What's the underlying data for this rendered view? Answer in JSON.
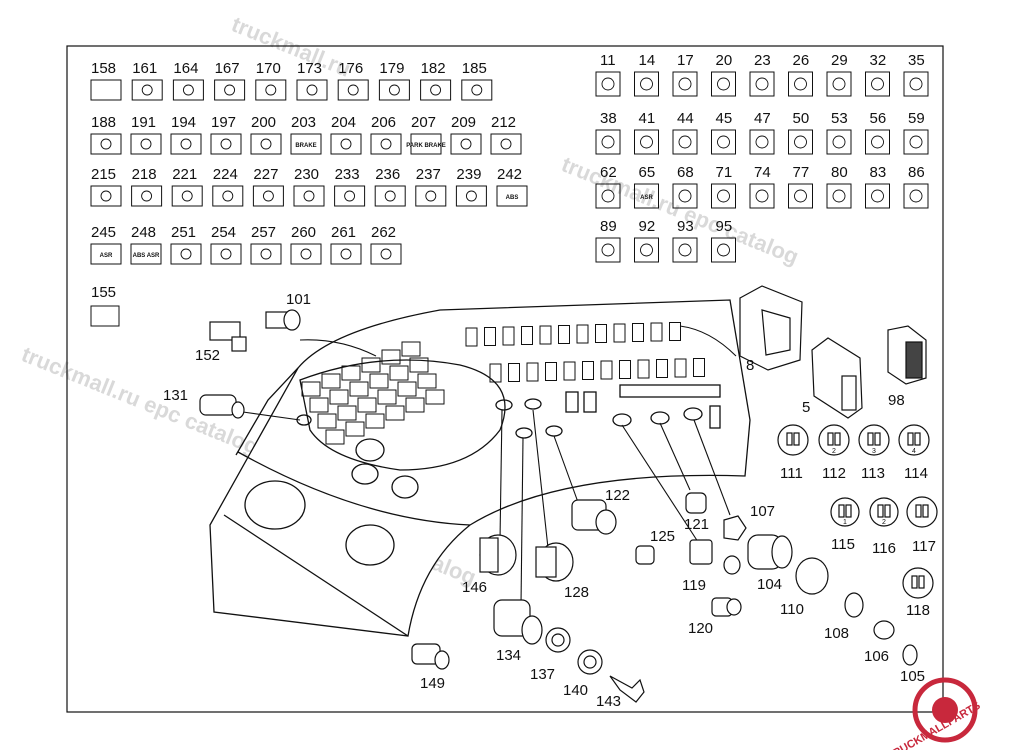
{
  "legend_top_left": [
    {
      "number": "158"
    },
    {
      "number": "161"
    },
    {
      "number": "164"
    },
    {
      "number": "167"
    },
    {
      "number": "170"
    },
    {
      "number": "173"
    },
    {
      "number": "176"
    },
    {
      "number": "179"
    },
    {
      "number": "182"
    },
    {
      "number": "185"
    },
    {
      "number": "188"
    },
    {
      "number": "191"
    },
    {
      "number": "194"
    },
    {
      "number": "197"
    },
    {
      "number": "200"
    },
    {
      "number": "203",
      "text": "BRAKE"
    },
    {
      "number": "204"
    },
    {
      "number": "206"
    },
    {
      "number": "207",
      "text": "PARK BRAKE"
    },
    {
      "number": "209"
    },
    {
      "number": "212"
    },
    {
      "number": "215"
    },
    {
      "number": "218"
    },
    {
      "number": "221"
    },
    {
      "number": "224"
    },
    {
      "number": "227"
    },
    {
      "number": "230"
    },
    {
      "number": "233"
    },
    {
      "number": "236"
    },
    {
      "number": "237"
    },
    {
      "number": "239"
    },
    {
      "number": "242",
      "text": "ABS"
    },
    {
      "number": "245",
      "text": "ASR"
    },
    {
      "number": "248",
      "text": "ABS ASR"
    },
    {
      "number": "251"
    },
    {
      "number": "254"
    },
    {
      "number": "257"
    },
    {
      "number": "260"
    },
    {
      "number": "261"
    },
    {
      "number": "262"
    }
  ],
  "legend_top_right": [
    {
      "number": "11"
    },
    {
      "number": "14"
    },
    {
      "number": "17"
    },
    {
      "number": "20"
    },
    {
      "number": "23"
    },
    {
      "number": "26"
    },
    {
      "number": "29"
    },
    {
      "number": "32"
    },
    {
      "number": "35"
    },
    {
      "number": "38"
    },
    {
      "number": "41"
    },
    {
      "number": "44"
    },
    {
      "number": "45"
    },
    {
      "number": "47"
    },
    {
      "number": "50"
    },
    {
      "number": "53"
    },
    {
      "number": "56"
    },
    {
      "number": "59"
    },
    {
      "number": "62"
    },
    {
      "number": "65",
      "text": "ASR"
    },
    {
      "number": "68"
    },
    {
      "number": "71"
    },
    {
      "number": "74"
    },
    {
      "number": "77"
    },
    {
      "number": "80"
    },
    {
      "number": "83"
    },
    {
      "number": "86"
    },
    {
      "number": "89"
    },
    {
      "number": "92"
    },
    {
      "number": "93"
    },
    {
      "number": "95"
    }
  ],
  "blank_item": {
    "number": "155"
  },
  "parts": [
    {
      "id": "101",
      "label": "101"
    },
    {
      "id": "152",
      "label": "152"
    },
    {
      "id": "131",
      "label": "131"
    },
    {
      "id": "8",
      "label": "8"
    },
    {
      "id": "5",
      "label": "5"
    },
    {
      "id": "98",
      "label": "98"
    },
    {
      "id": "111",
      "label": "111"
    },
    {
      "id": "112",
      "label": "112"
    },
    {
      "id": "113",
      "label": "113"
    },
    {
      "id": "114",
      "label": "114"
    },
    {
      "id": "115",
      "label": "115"
    },
    {
      "id": "116",
      "label": "116"
    },
    {
      "id": "117",
      "label": "117"
    },
    {
      "id": "118",
      "label": "118"
    },
    {
      "id": "122",
      "label": "122"
    },
    {
      "id": "121",
      "label": "121"
    },
    {
      "id": "125",
      "label": "125"
    },
    {
      "id": "107",
      "label": "107"
    },
    {
      "id": "119",
      "label": "119"
    },
    {
      "id": "104",
      "label": "104"
    },
    {
      "id": "110",
      "label": "110"
    },
    {
      "id": "120",
      "label": "120"
    },
    {
      "id": "108",
      "label": "108"
    },
    {
      "id": "106",
      "label": "106"
    },
    {
      "id": "105",
      "label": "105"
    },
    {
      "id": "146",
      "label": "146"
    },
    {
      "id": "128",
      "label": "128"
    },
    {
      "id": "134",
      "label": "134"
    },
    {
      "id": "137",
      "label": "137"
    },
    {
      "id": "140",
      "label": "140"
    },
    {
      "id": "143",
      "label": "143"
    },
    {
      "id": "149",
      "label": "149"
    }
  ],
  "switch_digits": {
    "112": "2",
    "113": "3",
    "114": "4",
    "115": "1",
    "116": "2"
  },
  "watermark": {
    "logo_text": "TRUCKMALLPARTS",
    "wm1": "truckmall.ru epc catalog",
    "wm2": "truckmall.ru",
    "wm3": "truckmall.ru epc catalog",
    "wm4": "epc catalog"
  },
  "colors": {
    "line": "#111111",
    "watermark": "#d9d9d9",
    "logo": "#c8283c"
  }
}
